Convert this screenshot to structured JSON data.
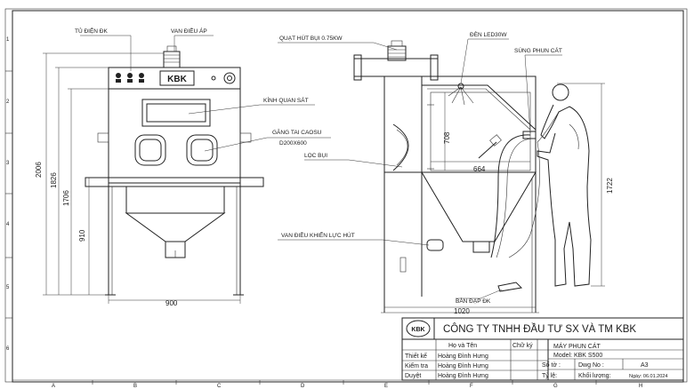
{
  "frame": {
    "columns": [
      "A",
      "B",
      "C",
      "D",
      "E",
      "F",
      "G",
      "H"
    ],
    "rows": [
      "1",
      "2",
      "3",
      "4",
      "5",
      "6"
    ]
  },
  "front_view": {
    "logo_text": "KBK",
    "labels": {
      "control_box": "TỦ ĐIỆN ĐK",
      "pressure_valve": "VAN ĐIỀU ÁP",
      "glass": "KÍNH QUAN SÁT",
      "gloves": "GĂNG TAI CAOSU",
      "gloves_size": "D200X600"
    },
    "dimensions": {
      "total_height": "2006",
      "h1826": "1826",
      "h1706": "1706",
      "h910": "910",
      "width": "900"
    }
  },
  "side_view": {
    "labels": {
      "fan": "QUẠT HÚT BỤI 0.75KW",
      "led": "ĐÈN LED30W",
      "gun": "SÚNG PHUN CÁT",
      "filter": "LỌC BỤI",
      "suction_valve": "VAN ĐIỀU KHIỂN LỰC HÚT",
      "pedal": "BÀN ĐẠP ĐK"
    },
    "dimensions": {
      "inner_height": "708",
      "inner_width": "664",
      "width": "1020",
      "person_height": "1722"
    }
  },
  "title_block": {
    "company": "CÔNG TY TNHH ĐẦU TƯ SX VÀ TM KBK",
    "logo_text": "KBK",
    "header_name": "Họ và Tên",
    "header_sign": "Chữ ký",
    "product": "MÁY PHUN CÁT",
    "model": "Model:  KBK S500",
    "rows": [
      {
        "role": "Thiết kế",
        "name": "Hoàng Đình Hưng"
      },
      {
        "role": "Kiểm tra",
        "name": "Hoàng Đình Hưng"
      },
      {
        "role": "Duyệt",
        "name": "Hoàng Đình Hưng"
      }
    ],
    "sheet_label": "Số tờ :",
    "dwg_label": "Dwg No :",
    "size": "A3",
    "scale_label": "Tỷ lệ:",
    "weight_label": "Khối lượng:",
    "date": "Ngày: 06.01.2024"
  }
}
